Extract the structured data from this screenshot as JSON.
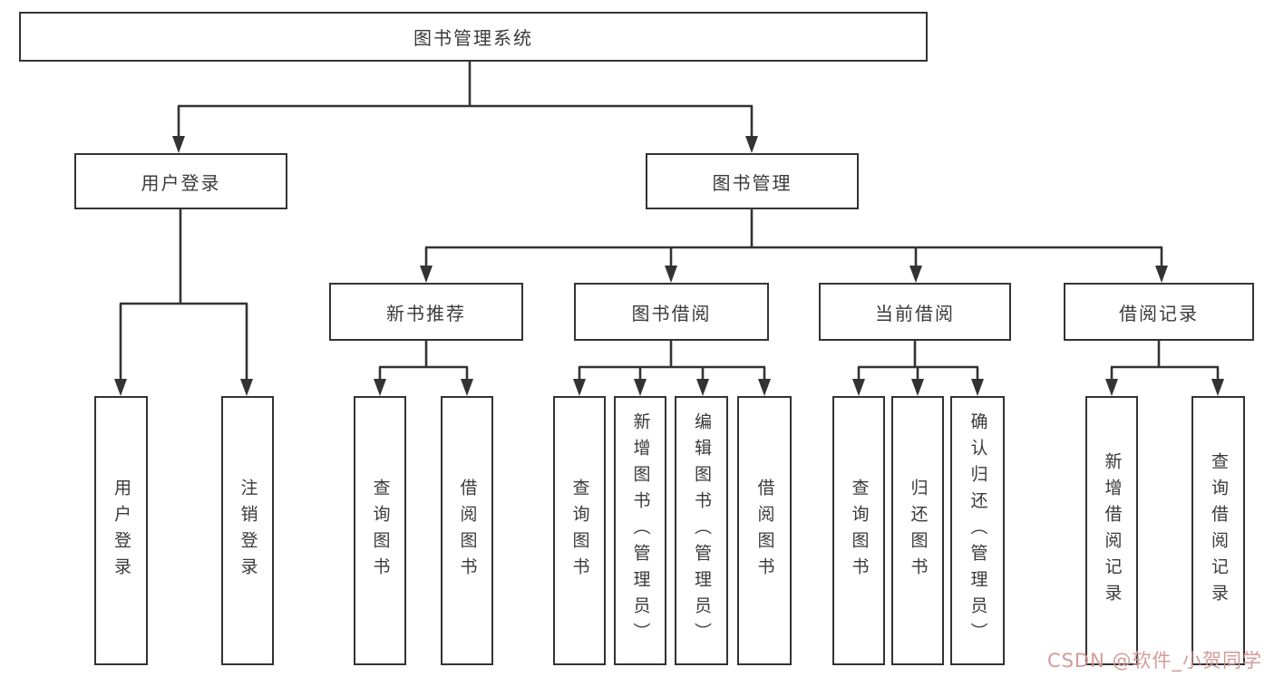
{
  "diagram_type": "hierarchy-tree",
  "tree": {
    "root": "图书管理系统",
    "children": [
      {
        "label": "用户登录",
        "children": [
          "用户登录",
          "注销登录"
        ]
      },
      {
        "label": "图书管理",
        "children": [
          {
            "label": "新书推荐",
            "children": [
              "查询图书",
              "借阅图书"
            ]
          },
          {
            "label": "图书借阅",
            "children": [
              "查询图书",
              "新增图书（管理员）",
              "编辑图书（管理员）",
              "借阅图书"
            ]
          },
          {
            "label": "当前借阅",
            "children": [
              "查询图书",
              "归还图书",
              "确认归还（管理员）"
            ]
          },
          {
            "label": "借阅记录",
            "children": [
              "新增借阅记录",
              "查询借阅记录"
            ]
          }
        ]
      }
    ]
  },
  "watermark": {
    "text": "CSDN @软件_小贺同学"
  },
  "colors": {
    "line": "#333333",
    "box_border": "#333333",
    "text": "#3a3a3a",
    "watermark": "#d29595",
    "background": "#ffffff"
  }
}
